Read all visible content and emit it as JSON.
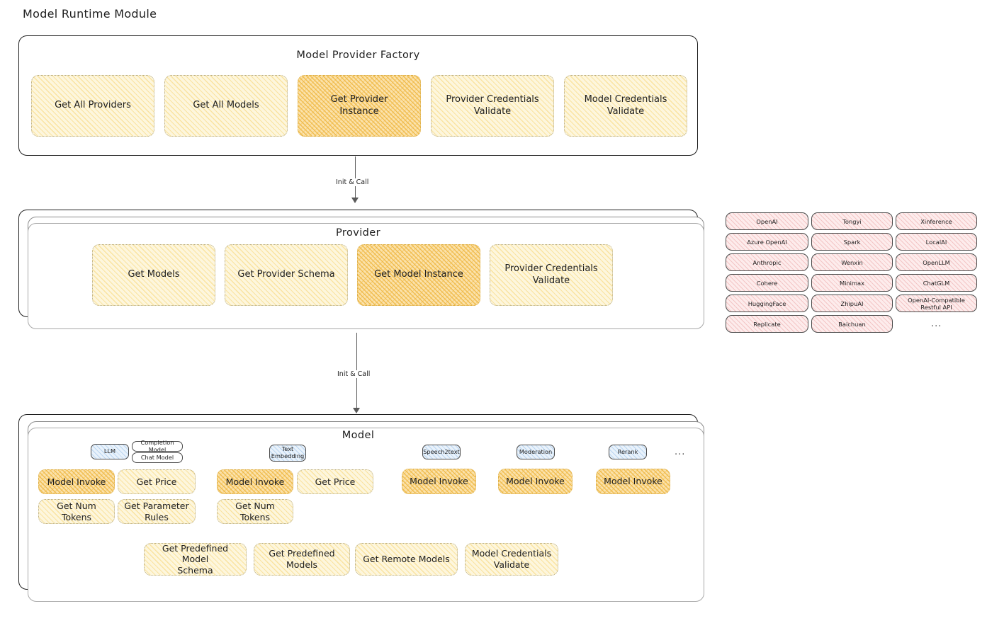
{
  "page": {
    "title": "Model Runtime Module"
  },
  "colors": {
    "node_fill": "#fdf6dd",
    "node_highlight_fill": "#fbe2ab",
    "provider_pill_fill": "#fdecec",
    "type_tag_fill": "#e9f2fb",
    "stroke": "#1e1e1e"
  },
  "factory": {
    "title": "Model Provider Factory",
    "nodes": [
      {
        "label": "Get All Providers",
        "highlighted": false
      },
      {
        "label": "Get All Models",
        "highlighted": false
      },
      {
        "label": "Get Provider\nInstance",
        "highlighted": true
      },
      {
        "label": "Provider Credentials\nValidate",
        "highlighted": false
      },
      {
        "label": "Model Credentials\nValidate",
        "highlighted": false
      }
    ]
  },
  "arrows": [
    {
      "label": "Init & Call"
    },
    {
      "label": "Init & Call"
    }
  ],
  "provider": {
    "title": "Provider",
    "nodes": [
      {
        "label": "Get Models",
        "highlighted": false
      },
      {
        "label": "Get Provider Schema",
        "highlighted": false
      },
      {
        "label": "Get Model Instance",
        "highlighted": true
      },
      {
        "label": "Provider Credentials\nValidate",
        "highlighted": false
      }
    ]
  },
  "provider_list": {
    "columns": [
      [
        "OpenAI",
        "Azure OpenAI",
        "Anthropic",
        "Cohere",
        "HuggingFace",
        "Replicate"
      ],
      [
        "Tongyi",
        "Spark",
        "Wenxin",
        "Minimax",
        "ZhipuAI",
        "Baichuan"
      ],
      [
        "Xinference",
        "LocalAI",
        "OpenLLM",
        "ChatGLM",
        "OpenAI-Compatible Restful API"
      ]
    ],
    "more": "..."
  },
  "model": {
    "title": "Model",
    "more": "...",
    "types": [
      {
        "tag": "LLM",
        "subtags": [
          "Completion Model",
          "Chat Model"
        ],
        "nodes": [
          {
            "label": "Model Invoke",
            "highlighted": true
          },
          {
            "label": "Get Price",
            "highlighted": false
          },
          {
            "label": "Get Num Tokens",
            "highlighted": false
          },
          {
            "label": "Get Parameter\nRules",
            "highlighted": false
          }
        ]
      },
      {
        "tag": "Text\nEmbedding",
        "subtags": [],
        "nodes": [
          {
            "label": "Model Invoke",
            "highlighted": true
          },
          {
            "label": "Get Price",
            "highlighted": false
          },
          {
            "label": "Get Num Tokens",
            "highlighted": false
          }
        ]
      },
      {
        "tag": "Speech2text",
        "subtags": [],
        "nodes": [
          {
            "label": "Model Invoke",
            "highlighted": true
          }
        ]
      },
      {
        "tag": "Moderation",
        "subtags": [],
        "nodes": [
          {
            "label": "Model Invoke",
            "highlighted": true
          }
        ]
      },
      {
        "tag": "Rerank",
        "subtags": [],
        "nodes": [
          {
            "label": "Model Invoke",
            "highlighted": true
          }
        ]
      }
    ],
    "common_nodes": [
      {
        "label": "Get Predefined Model\nSchema"
      },
      {
        "label": "Get Predefined\nModels"
      },
      {
        "label": "Get Remote Models"
      },
      {
        "label": "Model Credentials\nValidate"
      }
    ]
  }
}
